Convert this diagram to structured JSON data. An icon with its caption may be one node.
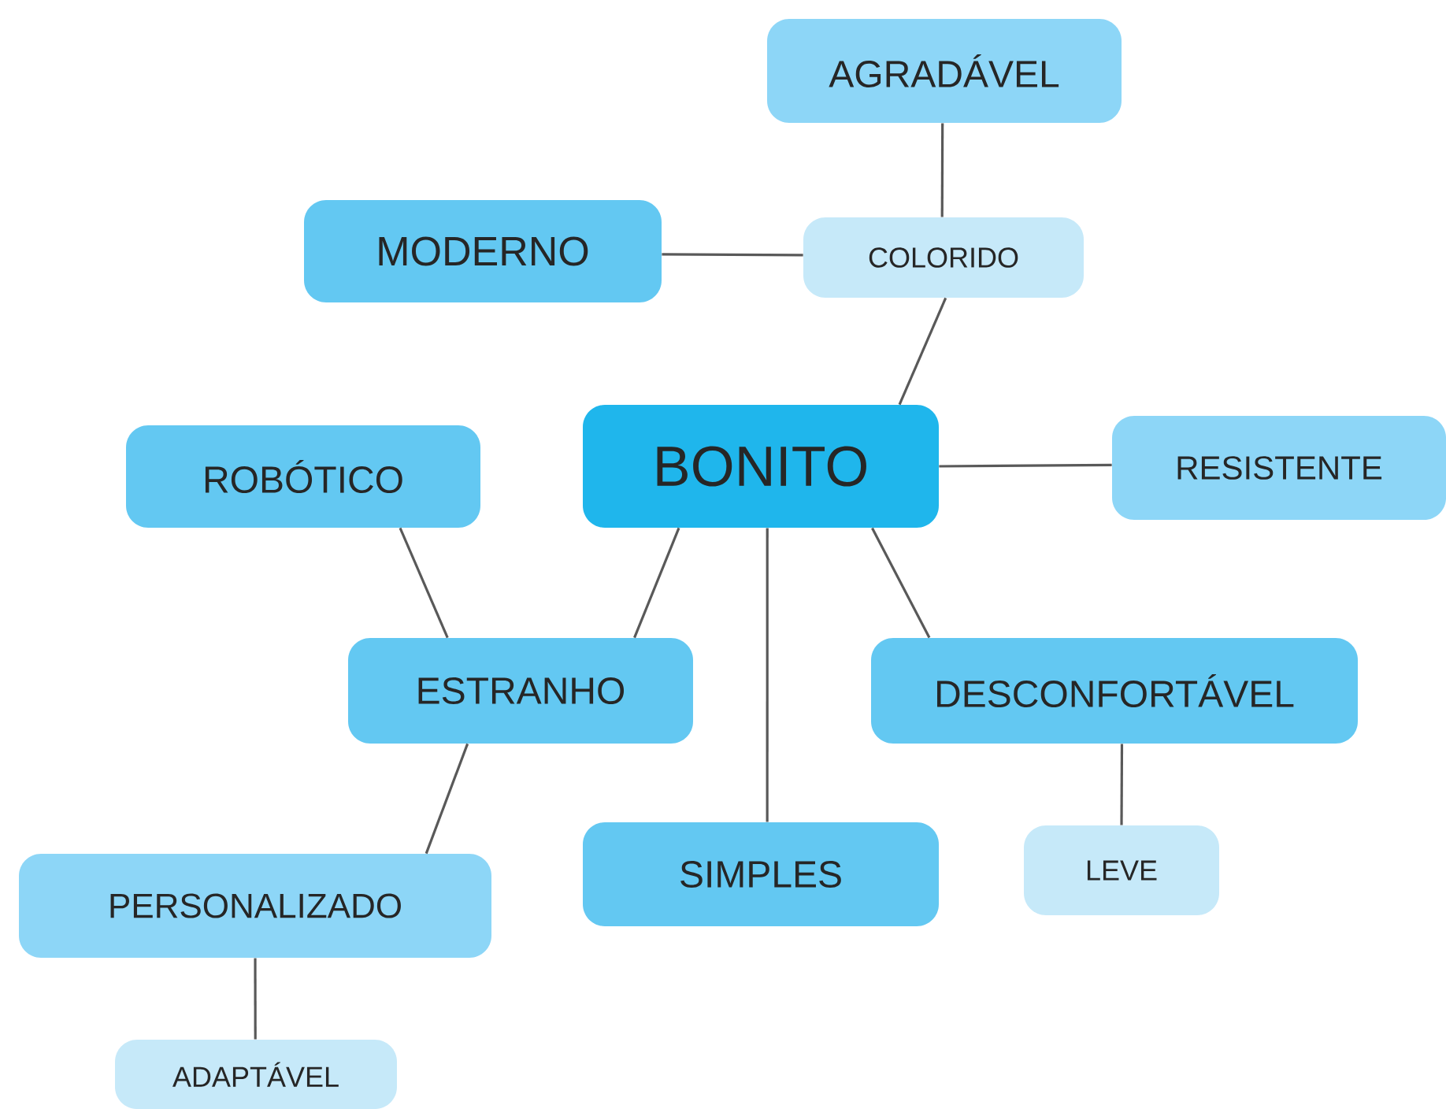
{
  "diagram": {
    "nodes": [
      {
        "text": [
          "AGRADÁVEL"
        ]
      },
      {
        "text": [
          "MODERNO"
        ]
      },
      {
        "text": [
          "COLORIDO"
        ]
      },
      {
        "text": [
          "BONITO"
        ]
      },
      {
        "text": [
          "ROBÓTICO"
        ]
      },
      {
        "text": [
          "RESISTENTE"
        ]
      },
      {
        "text": [
          "ESTRANHO"
        ]
      },
      {
        "text": [
          "DESCONFORTÁVEL"
        ]
      },
      {
        "text": [
          "SIMPLES"
        ]
      },
      {
        "text": [
          "LEVE"
        ]
      },
      {
        "text": [
          "PERSONALIZADO"
        ]
      },
      {
        "text": [
          "ADAPTÁVEL"
        ]
      }
    ],
    "edges": [
      {
        "from": 2,
        "to": 0,
        "arrow": "none"
      },
      {
        "from": 1,
        "to": 2,
        "arrow": "none"
      },
      {
        "from": 3,
        "to": 2,
        "arrow": "none"
      },
      {
        "from": 3,
        "to": 5,
        "arrow": "none"
      },
      {
        "from": 3,
        "to": 6,
        "arrow": "none"
      },
      {
        "from": 3,
        "to": 8,
        "arrow": "none"
      },
      {
        "from": 3,
        "to": 7,
        "arrow": "none"
      },
      {
        "from": 4,
        "to": 6,
        "arrow": "none"
      },
      {
        "from": 6,
        "to": 10,
        "arrow": "none"
      },
      {
        "from": 7,
        "to": 9,
        "arrow": "none"
      },
      {
        "from": 10,
        "to": 11,
        "arrow": "none"
      }
    ]
  }
}
